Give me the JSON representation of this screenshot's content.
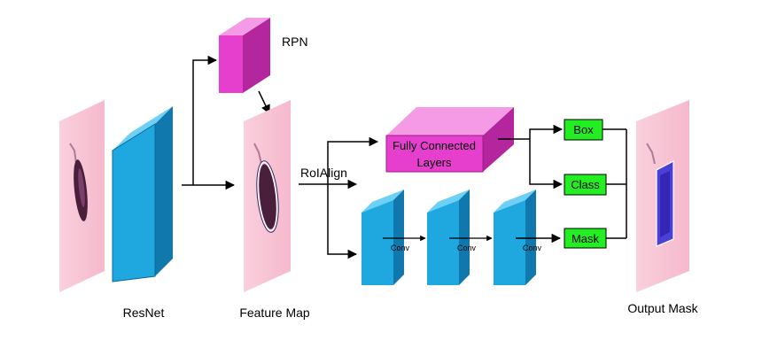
{
  "labels": {
    "resnet": "ResNet",
    "feature_map": "Feature Map",
    "rpn": "RPN",
    "roialign": "RoIAlign",
    "fc_line1": "Fully Connected",
    "fc_line2": "Layers",
    "conv1": "Conv",
    "conv2": "Conv",
    "conv3": "Conv",
    "box": "Box",
    "class": "Class",
    "mask": "Mask",
    "output_mask": "Output Mask"
  },
  "colors": {
    "image_pink": "#f7c5d5",
    "blue_front": "#1fa8e0",
    "blue_top": "#6fd0f5",
    "blue_side": "#1178ad",
    "magenta_front": "#e63fce",
    "magenta_top": "#f59be6",
    "magenta_side": "#b3269e",
    "head_green": "#22ee22",
    "mask_blue": "#4a3fd6"
  }
}
